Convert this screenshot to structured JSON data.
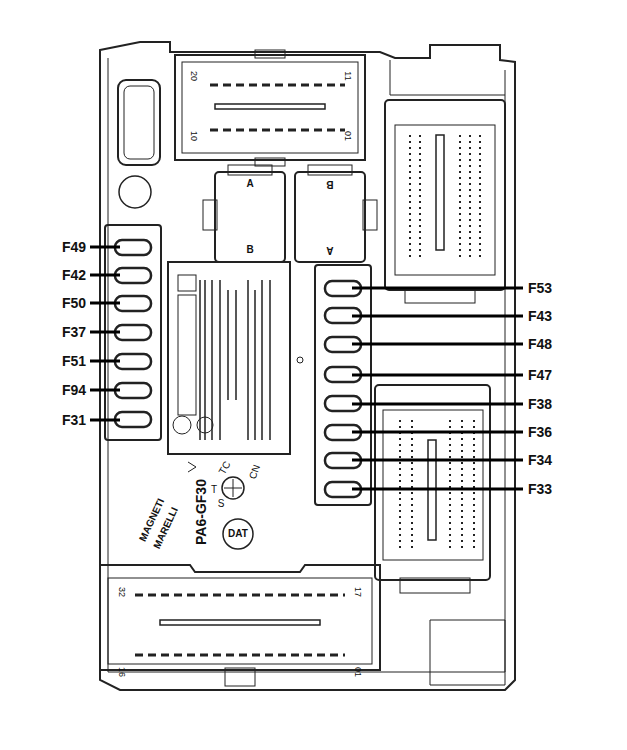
{
  "diagram": {
    "labels": [
      "F49",
      "F42",
      "F50",
      "F37",
      "F51",
      "F94",
      "F31",
      "F53",
      "F43",
      "F48",
      "F47",
      "F38",
      "F36",
      "F34",
      "F33",
      "20",
      "11",
      "10",
      "01",
      "A",
      "B",
      "B",
      "A",
      "PA6-GF30",
      "MAGNETI",
      "MARELLI",
      "TC",
      "CN",
      "T",
      "S",
      "DAT",
      "32",
      "17",
      "16",
      "01"
    ]
  }
}
